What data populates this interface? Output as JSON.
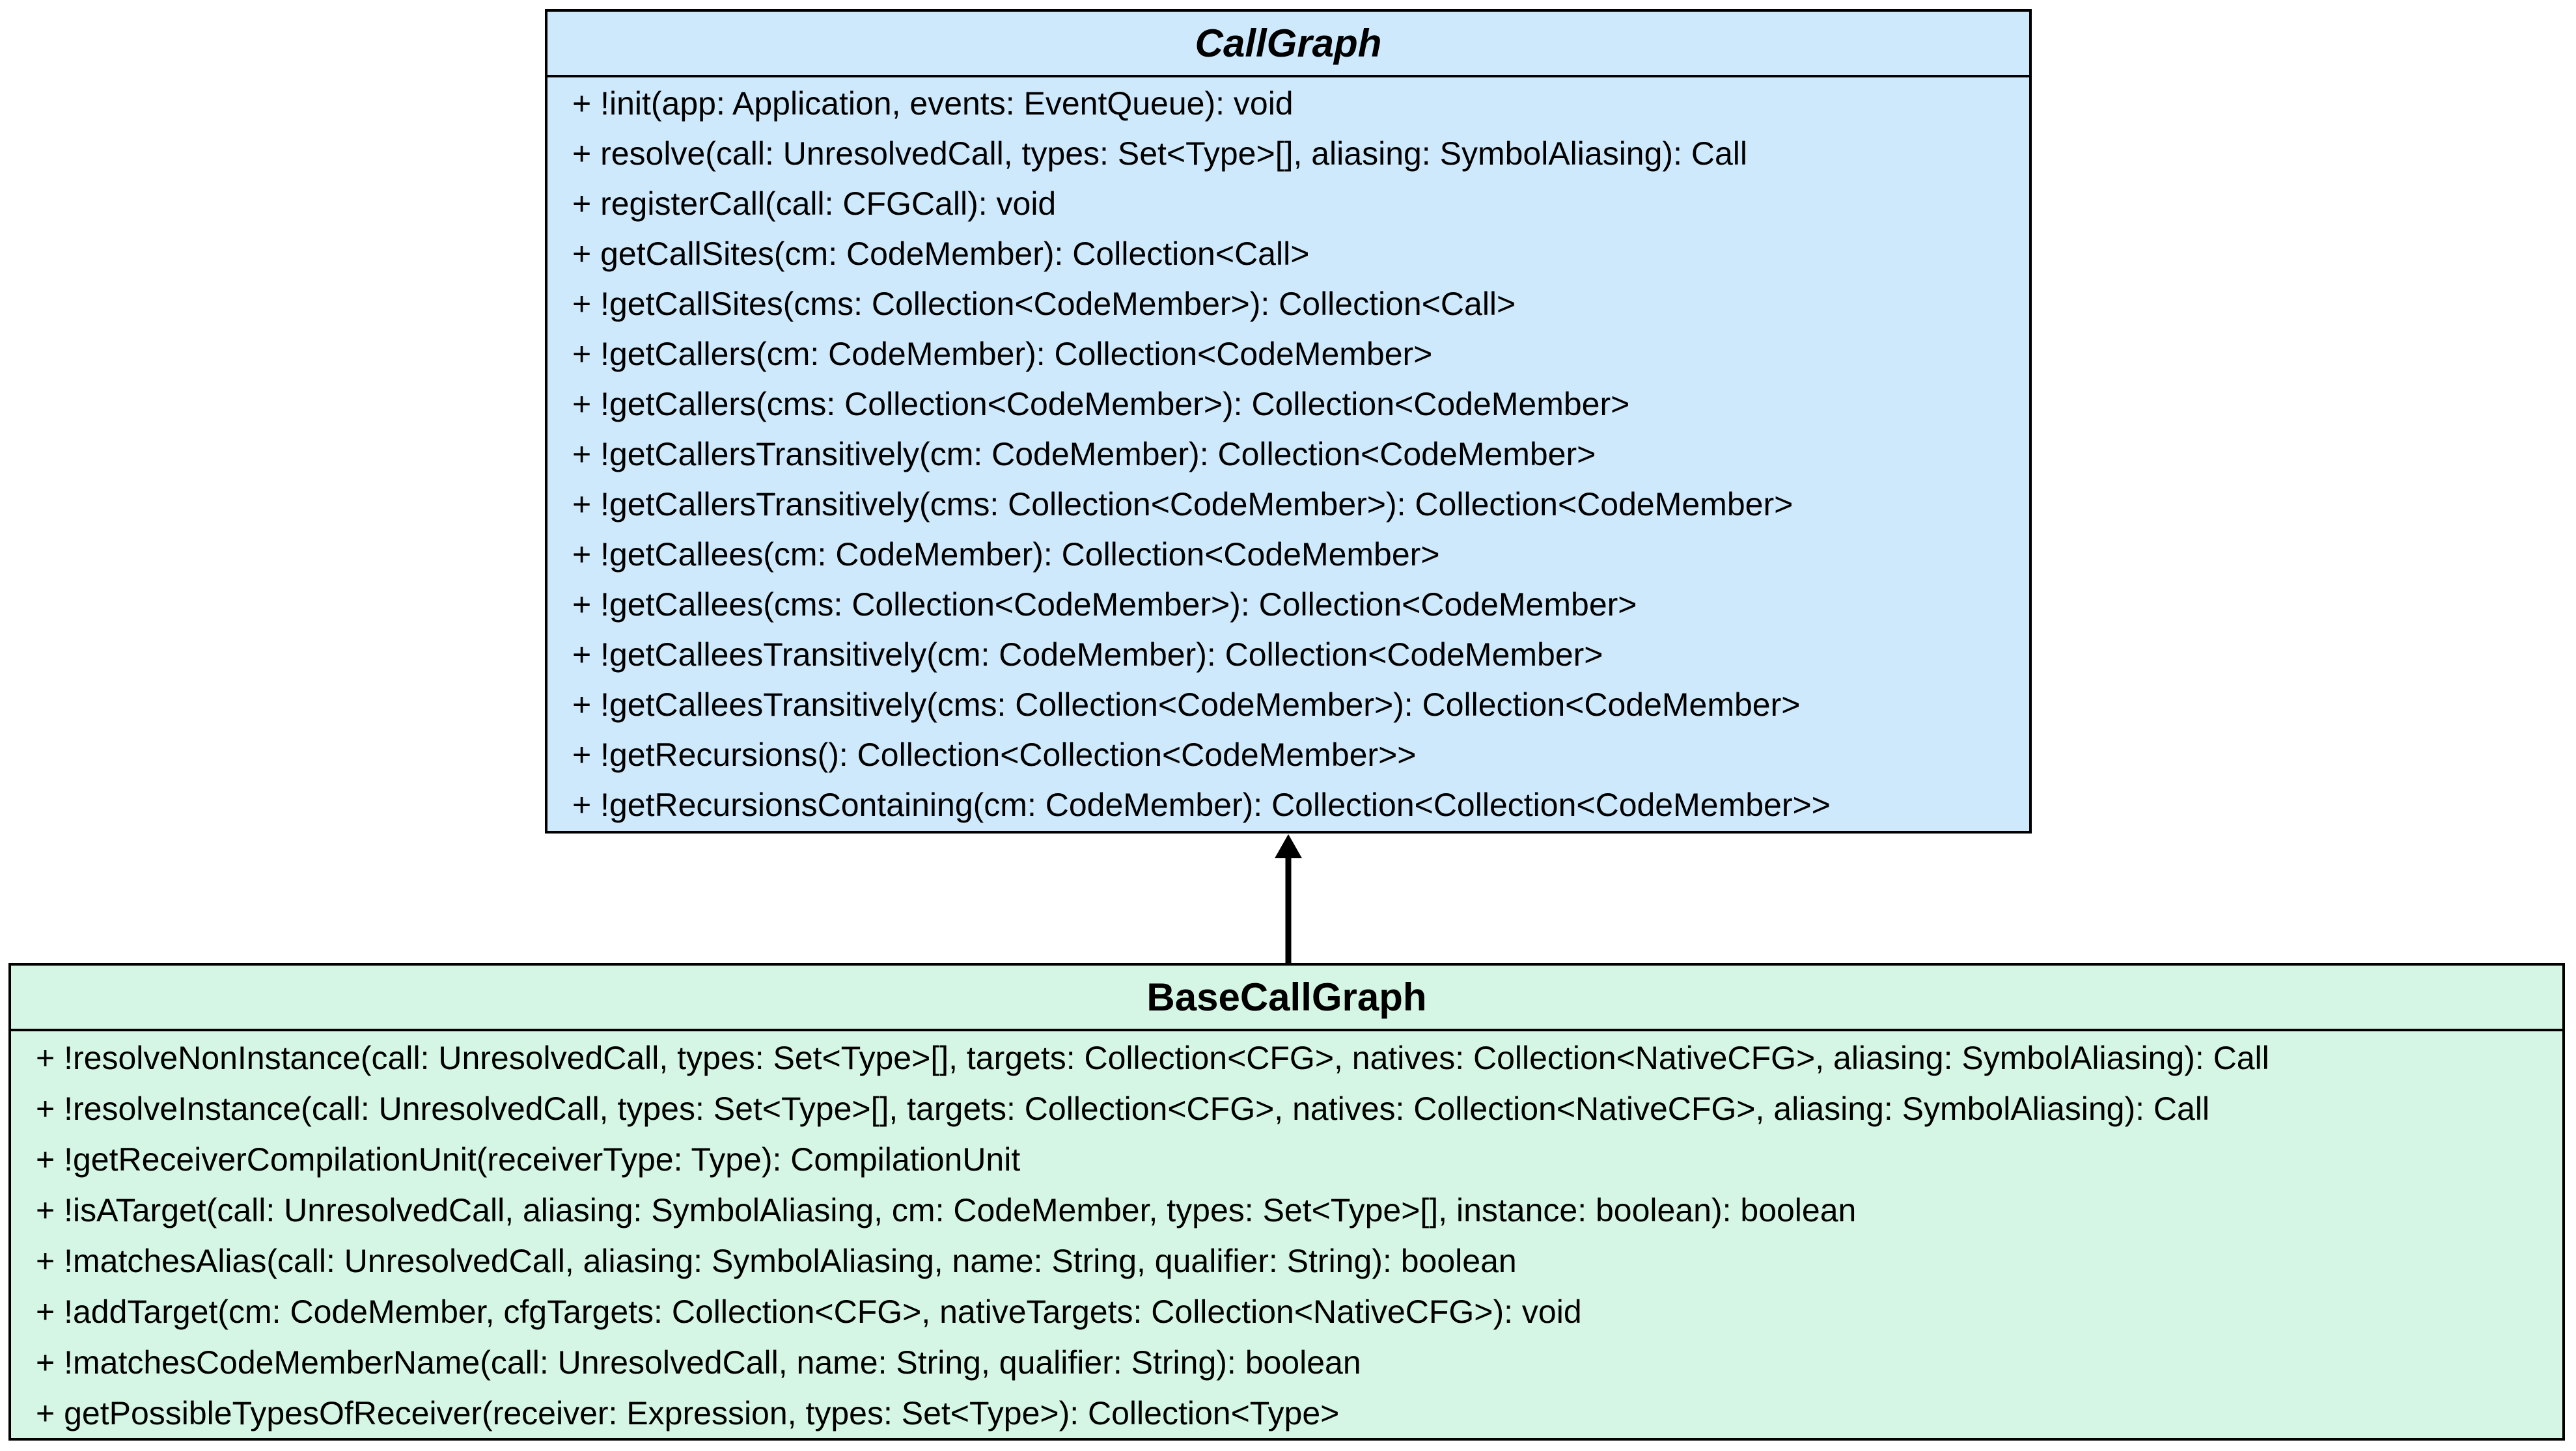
{
  "colors": {
    "background": "#ffffff",
    "border": "#000000",
    "arrow": "#000000",
    "callgraph_fill": "#cee9fb",
    "basecallgraph_fill": "#d5f6e4"
  },
  "relationship": {
    "type": "generalization-arrow",
    "from": "BaseCallGraph",
    "to": "CallGraph"
  },
  "callgraph": {
    "title": "CallGraph",
    "methods": [
      "+ !init(app: Application, events: EventQueue): void",
      "+ resolve(call: UnresolvedCall, types: Set<Type>[], aliasing: SymbolAliasing): Call",
      "+ registerCall(call: CFGCall): void",
      "+ getCallSites(cm: CodeMember): Collection<Call>",
      "+ !getCallSites(cms: Collection<CodeMember>): Collection<Call>",
      "+ !getCallers(cm: CodeMember): Collection<CodeMember>",
      "+ !getCallers(cms: Collection<CodeMember>): Collection<CodeMember>",
      "+ !getCallersTransitively(cm: CodeMember): Collection<CodeMember>",
      "+ !getCallersTransitively(cms: Collection<CodeMember>): Collection<CodeMember>",
      "+ !getCallees(cm: CodeMember): Collection<CodeMember>",
      "+ !getCallees(cms: Collection<CodeMember>): Collection<CodeMember>",
      "+ !getCalleesTransitively(cm: CodeMember): Collection<CodeMember>",
      "+ !getCalleesTransitively(cms: Collection<CodeMember>): Collection<CodeMember>",
      "+ !getRecursions(): Collection<Collection<CodeMember>>",
      "+ !getRecursionsContaining(cm: CodeMember): Collection<Collection<CodeMember>>"
    ]
  },
  "basecallgraph": {
    "title": "BaseCallGraph",
    "methods": [
      "+ !resolveNonInstance(call: UnresolvedCall, types: Set<Type>[], targets: Collection<CFG>, natives: Collection<NativeCFG>, aliasing: SymbolAliasing): Call",
      "+ !resolveInstance(call: UnresolvedCall, types: Set<Type>[], targets: Collection<CFG>, natives: Collection<NativeCFG>, aliasing: SymbolAliasing): Call",
      "+ !getReceiverCompilationUnit(receiverType: Type): CompilationUnit",
      "+ !isATarget(call: UnresolvedCall, aliasing: SymbolAliasing, cm: CodeMember, types: Set<Type>[], instance: boolean): boolean",
      "+ !matchesAlias(call: UnresolvedCall, aliasing: SymbolAliasing, name: String, qualifier: String): boolean",
      "+ !addTarget(cm: CodeMember, cfgTargets: Collection<CFG>, nativeTargets: Collection<NativeCFG>): void",
      "+ !matchesCodeMemberName(call: UnresolvedCall, name: String, qualifier: String): boolean",
      "+ getPossibleTypesOfReceiver(receiver: Expression, types: Set<Type>): Collection<Type>"
    ]
  }
}
